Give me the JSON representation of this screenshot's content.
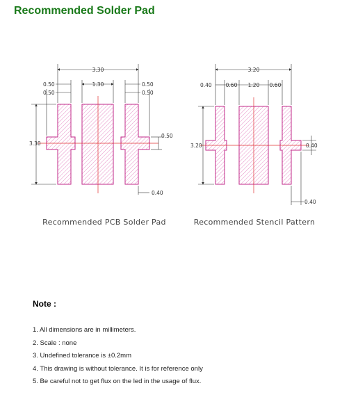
{
  "title": "Recommended Solder Pad",
  "pcb": {
    "caption": "Recommended PCB Solder Pad",
    "dims": {
      "overall_width": "3.30",
      "left_outer": "0.50",
      "left_inner": "0.50",
      "center_width": "1.30",
      "right_outer": "0.50",
      "right_inner": "0.50",
      "height": "3.30",
      "tab": "0.50",
      "gap": "0.40"
    }
  },
  "stencil": {
    "caption": "Recommended Stencil Pattern",
    "dims": {
      "overall_width": "3.20",
      "left_pad": "0.40",
      "left_gap": "0.60",
      "center_width": "1.20",
      "right_gap": "0.60",
      "height": "3.20",
      "tab": "0.40",
      "gap": "0.40"
    }
  },
  "note": {
    "heading": "Note :",
    "items": [
      "1. All dimensions are in millimeters.",
      "2. Scale :  none",
      "3. Undefined tolerance is ±0.2mm",
      "4. This drawing is without tolerance. It is for reference only",
      "5. Be careful not to get flux on the led in the usage of flux."
    ]
  },
  "colors": {
    "title": "#1a7a1a",
    "pad_outline": "#c0288a",
    "hatch": "#e070b8",
    "centerline": "#e23030",
    "dimension_line": "#333333"
  }
}
